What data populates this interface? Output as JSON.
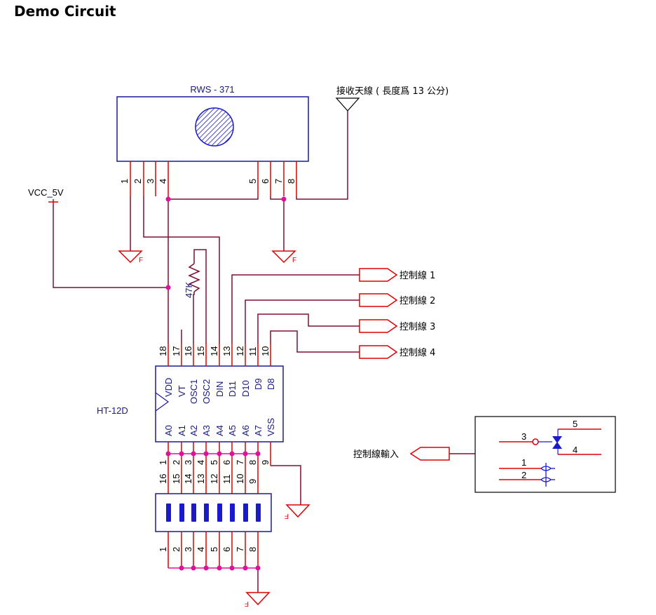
{
  "title": "Demo Circuit",
  "receiver": {
    "label": "RWS - 371",
    "pins": [
      "1",
      "2",
      "3",
      "4",
      "5",
      "6",
      "7",
      "8"
    ]
  },
  "antenna": {
    "label": "接收天線 ( 長度爲 13 公分)"
  },
  "vcc": {
    "label": "VCC_5V"
  },
  "resistor": {
    "label": "47K"
  },
  "decoder": {
    "label": "HT-12D",
    "top_pins": [
      "18",
      "17",
      "16",
      "15",
      "14",
      "13",
      "12",
      "11",
      "10"
    ],
    "top_names": [
      "VDD",
      "VT",
      "OSC1",
      "OSC2",
      "DIN",
      "D11",
      "D10",
      "D9",
      "D8"
    ],
    "bottom_names": [
      "A0",
      "A1",
      "A2",
      "A3",
      "A4",
      "A5",
      "A6",
      "A7",
      "VSS"
    ],
    "bottom_pins": [
      "1",
      "2",
      "3",
      "4",
      "5",
      "6",
      "7",
      "8",
      "9"
    ]
  },
  "dip_switch": {
    "top_pins": [
      "16",
      "15",
      "14",
      "13",
      "12",
      "11",
      "10",
      "9"
    ],
    "bottom_pins": [
      "1",
      "2",
      "3",
      "4",
      "5",
      "6",
      "7",
      "8"
    ]
  },
  "outputs": [
    "控制線 1",
    "控制線 2",
    "控制線 3",
    "控制線 4"
  ],
  "ground_mark": "F",
  "relay": {
    "input_label": "控制線輸入",
    "pins": [
      "1",
      "2",
      "3",
      "4",
      "5"
    ]
  }
}
